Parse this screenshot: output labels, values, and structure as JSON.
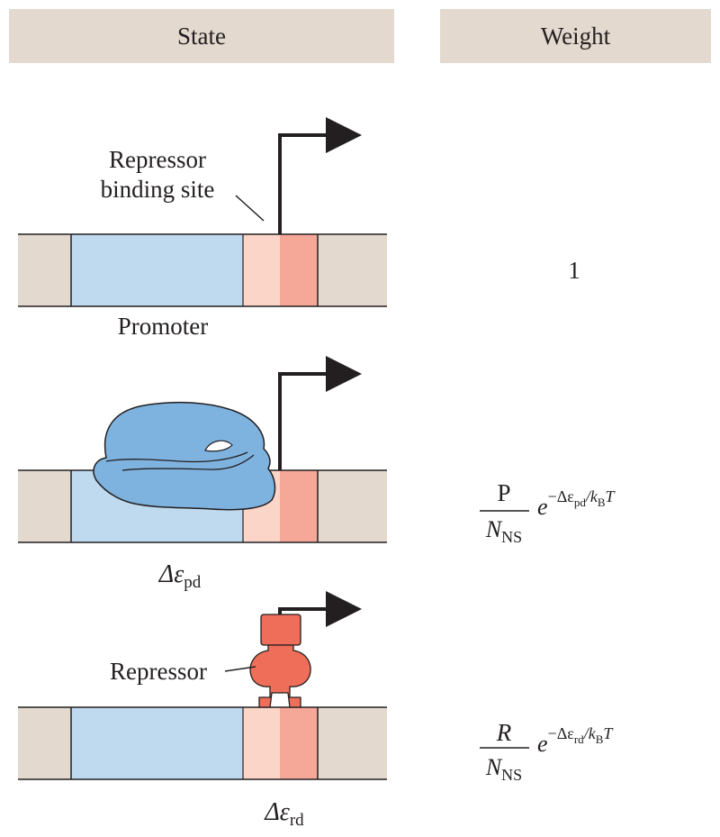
{
  "headers": {
    "state": "State",
    "weight": "Weight"
  },
  "colors": {
    "header_bg": "#e3d9ce",
    "dna_flank": "#e3d9ce",
    "promoter": "#bfdaef",
    "site_light": "#fbd5c7",
    "site_dark": "#f5a898",
    "polymerase": "#7fb3df",
    "repressor": "#ef6e59",
    "stroke": "#231f20"
  },
  "labels": {
    "repressor_binding_site_line1": "Repressor",
    "repressor_binding_site_line2": "binding site",
    "promoter": "Promoter",
    "repressor": "Repressor"
  },
  "states": [
    {
      "energy_prefix": "",
      "energy_sub": "",
      "weight_numerator": "",
      "weight_denominator_base": "",
      "weight_denominator_sub": "",
      "weight_exponent": "",
      "weight_value": "1"
    },
    {
      "energy_prefix": "Δε",
      "energy_sub": "pd",
      "weight_numerator": "P",
      "weight_denominator_base": "N",
      "weight_denominator_sub": "NS",
      "weight_e": "e",
      "weight_exponent_main": "−Δε",
      "weight_exponent_sub": "pd",
      "weight_exponent_slash": "/k",
      "weight_exponent_sub2": "B",
      "weight_exponent_T": "T"
    },
    {
      "energy_prefix": "Δε",
      "energy_sub": "rd",
      "weight_numerator": "R",
      "weight_denominator_base": "N",
      "weight_denominator_sub": "NS",
      "weight_e": "e",
      "weight_exponent_main": "−Δε",
      "weight_exponent_sub": "rd",
      "weight_exponent_slash": "/k",
      "weight_exponent_sub2": "B",
      "weight_exponent_T": "T"
    }
  ]
}
